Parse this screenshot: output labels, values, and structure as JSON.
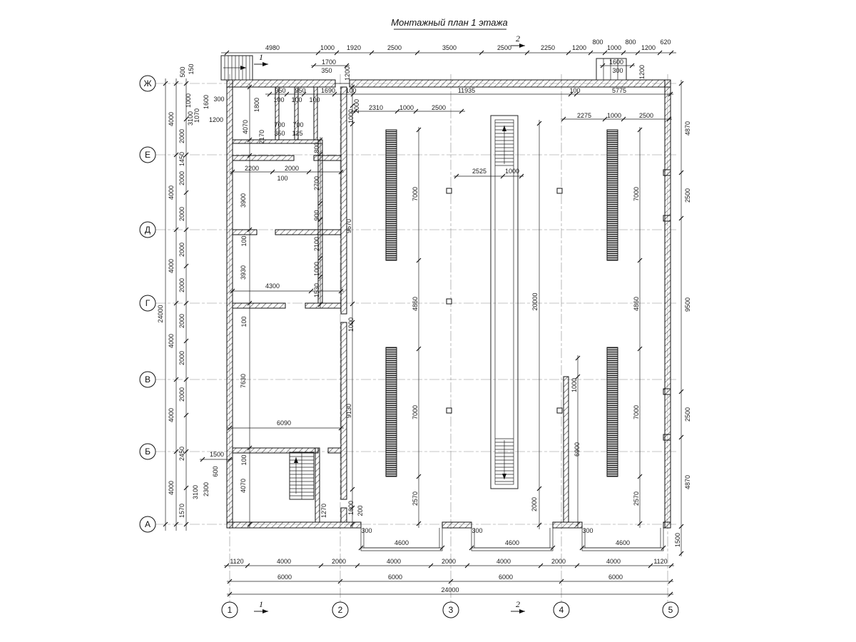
{
  "title": "Монтажный план 1 этажа",
  "axes": {
    "rows": [
      "Ж",
      "Е",
      "Д",
      "Г",
      "В",
      "Б",
      "А"
    ],
    "cols": [
      "1",
      "2",
      "3",
      "4",
      "5"
    ]
  },
  "sections": {
    "m1": "1",
    "m2": "2"
  },
  "dims": {
    "top": [
      "4980",
      "1000",
      "1920",
      "2500",
      "3500",
      "2500",
      "2250",
      "1200",
      "800",
      "1000",
      "800",
      "1200",
      "620"
    ],
    "t2": [
      "1700",
      "350",
      "1200",
      "1600",
      "300",
      "1200"
    ],
    "t3": [
      "950",
      "950",
      "1690",
      "100",
      "11935",
      "100",
      "5775"
    ],
    "t4": [
      "100",
      "100",
      "100"
    ],
    "t5l": [
      "2310",
      "1000",
      "2500"
    ],
    "t5r": [
      "2275",
      "1000",
      "2500"
    ],
    "t6": [
      "700",
      "700",
      "350",
      "125"
    ],
    "tl": [
      "500",
      "150",
      "1000",
      "1070",
      "1600",
      "300",
      "1200"
    ],
    "l1": "24000",
    "l2": [
      "4000",
      "4000",
      "4000",
      "4000",
      "4000",
      "4000"
    ],
    "l3": [
      "2000",
      "3100",
      "1450",
      "2000",
      "2000",
      "2000",
      "2000",
      "2000",
      "2000",
      "2000",
      "2450",
      "3100",
      "1570"
    ],
    "li": [
      "1800",
      "4070",
      "2170",
      "2200",
      "2000",
      "100",
      "3900",
      "100",
      "3930",
      "4300",
      "100",
      "7630",
      "6090",
      "100",
      "4070",
      "1500",
      "600",
      "2300",
      "1270",
      "800",
      "2700",
      "900",
      "2100",
      "1000",
      "1530",
      "9670",
      "1000",
      "2000",
      "1000",
      "9130",
      "1000",
      "200"
    ],
    "hall": [
      "7000",
      "7000",
      "7000",
      "7000",
      "4860",
      "4860",
      "2570",
      "2570",
      "2525",
      "1000",
      "20000",
      "1000",
      "6900",
      "2000"
    ],
    "r1": [
      "4870",
      "2500",
      "9500",
      "2500",
      "4870",
      "1500"
    ],
    "b300": [
      "300",
      "300",
      "300"
    ],
    "b4600": [
      "4600",
      "4600",
      "4600"
    ],
    "b2": [
      "1120",
      "4000",
      "2000",
      "4000",
      "2000",
      "4000",
      "2000",
      "4000",
      "1120"
    ],
    "b3": [
      "6000",
      "6000",
      "6000",
      "6000"
    ],
    "b4": "24000"
  }
}
